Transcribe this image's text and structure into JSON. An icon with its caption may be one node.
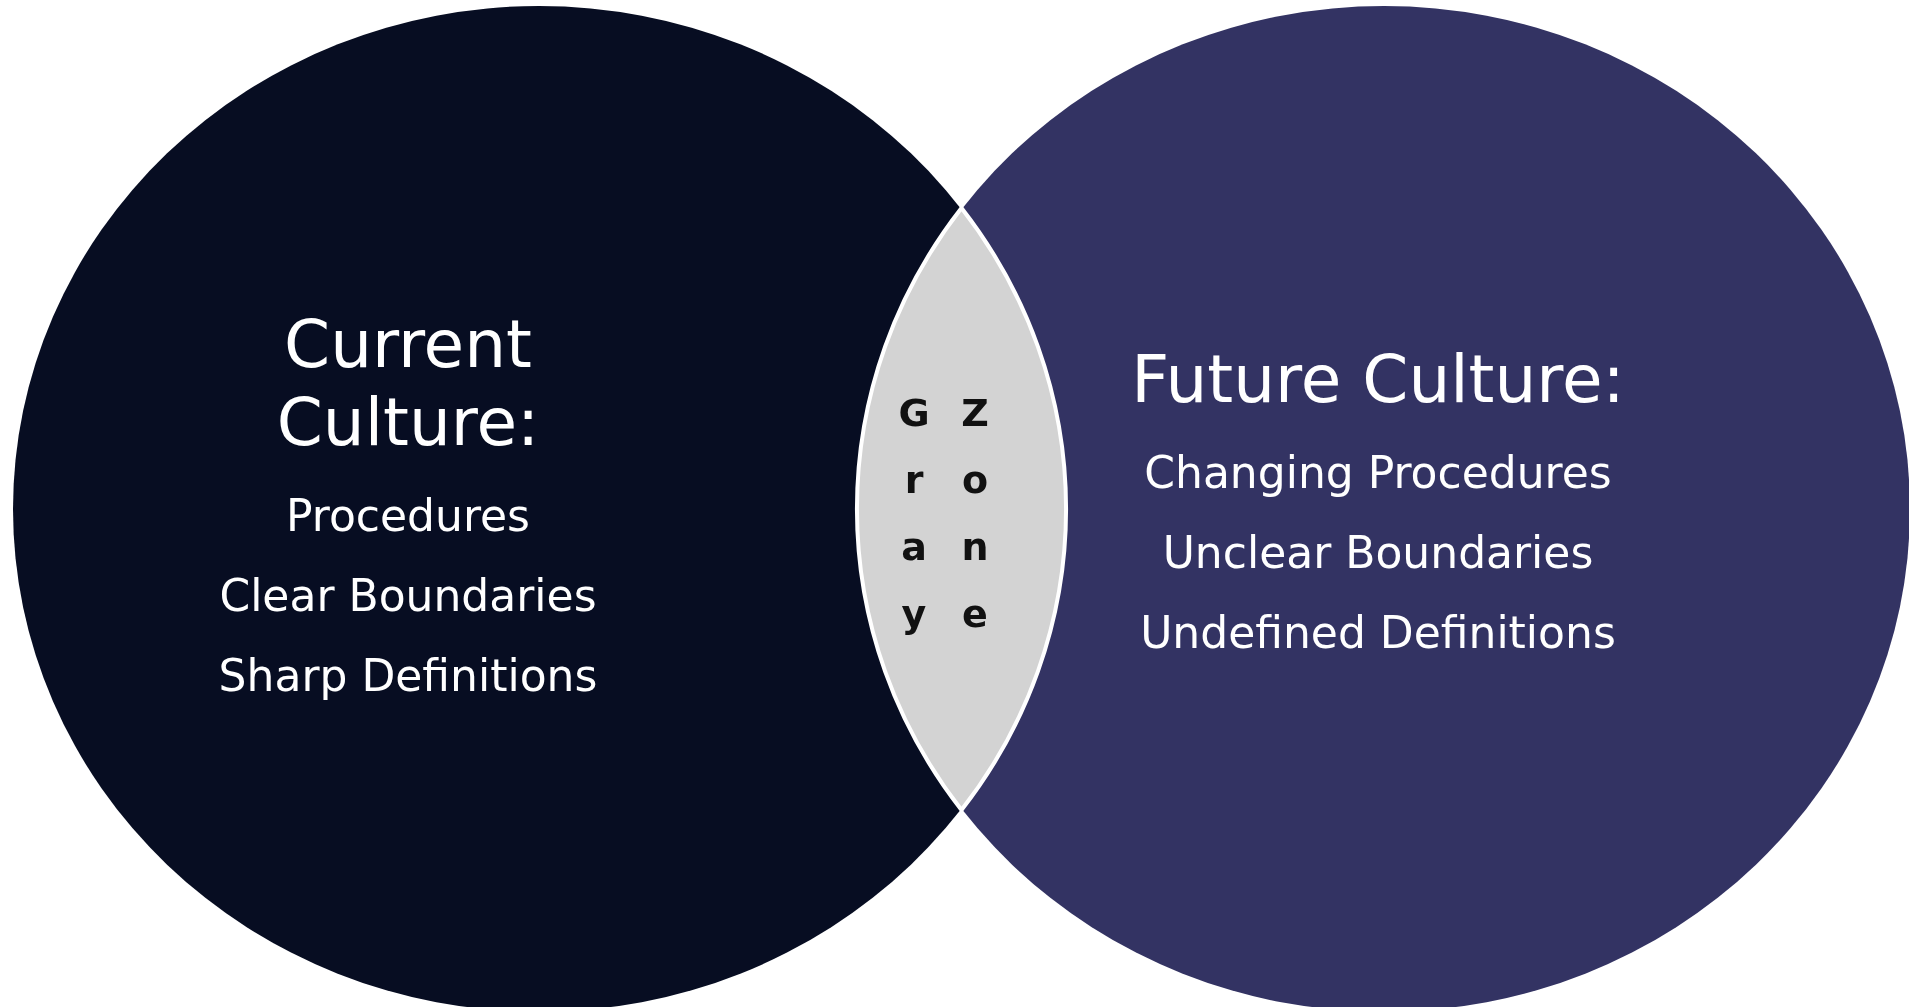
{
  "diagram": {
    "nodes": [
      {
        "text": [
          "Current Culture:",
          "Procedures",
          "Clear Boundaries",
          "Sharp Definitions"
        ]
      },
      {
        "text": [
          "Future Culture:",
          "Changing Procedures",
          "Unclear Boundaries",
          "Undefined Definitions"
        ]
      },
      {
        "text": [
          "Gray",
          "Zone"
        ]
      }
    ],
    "edges": []
  }
}
